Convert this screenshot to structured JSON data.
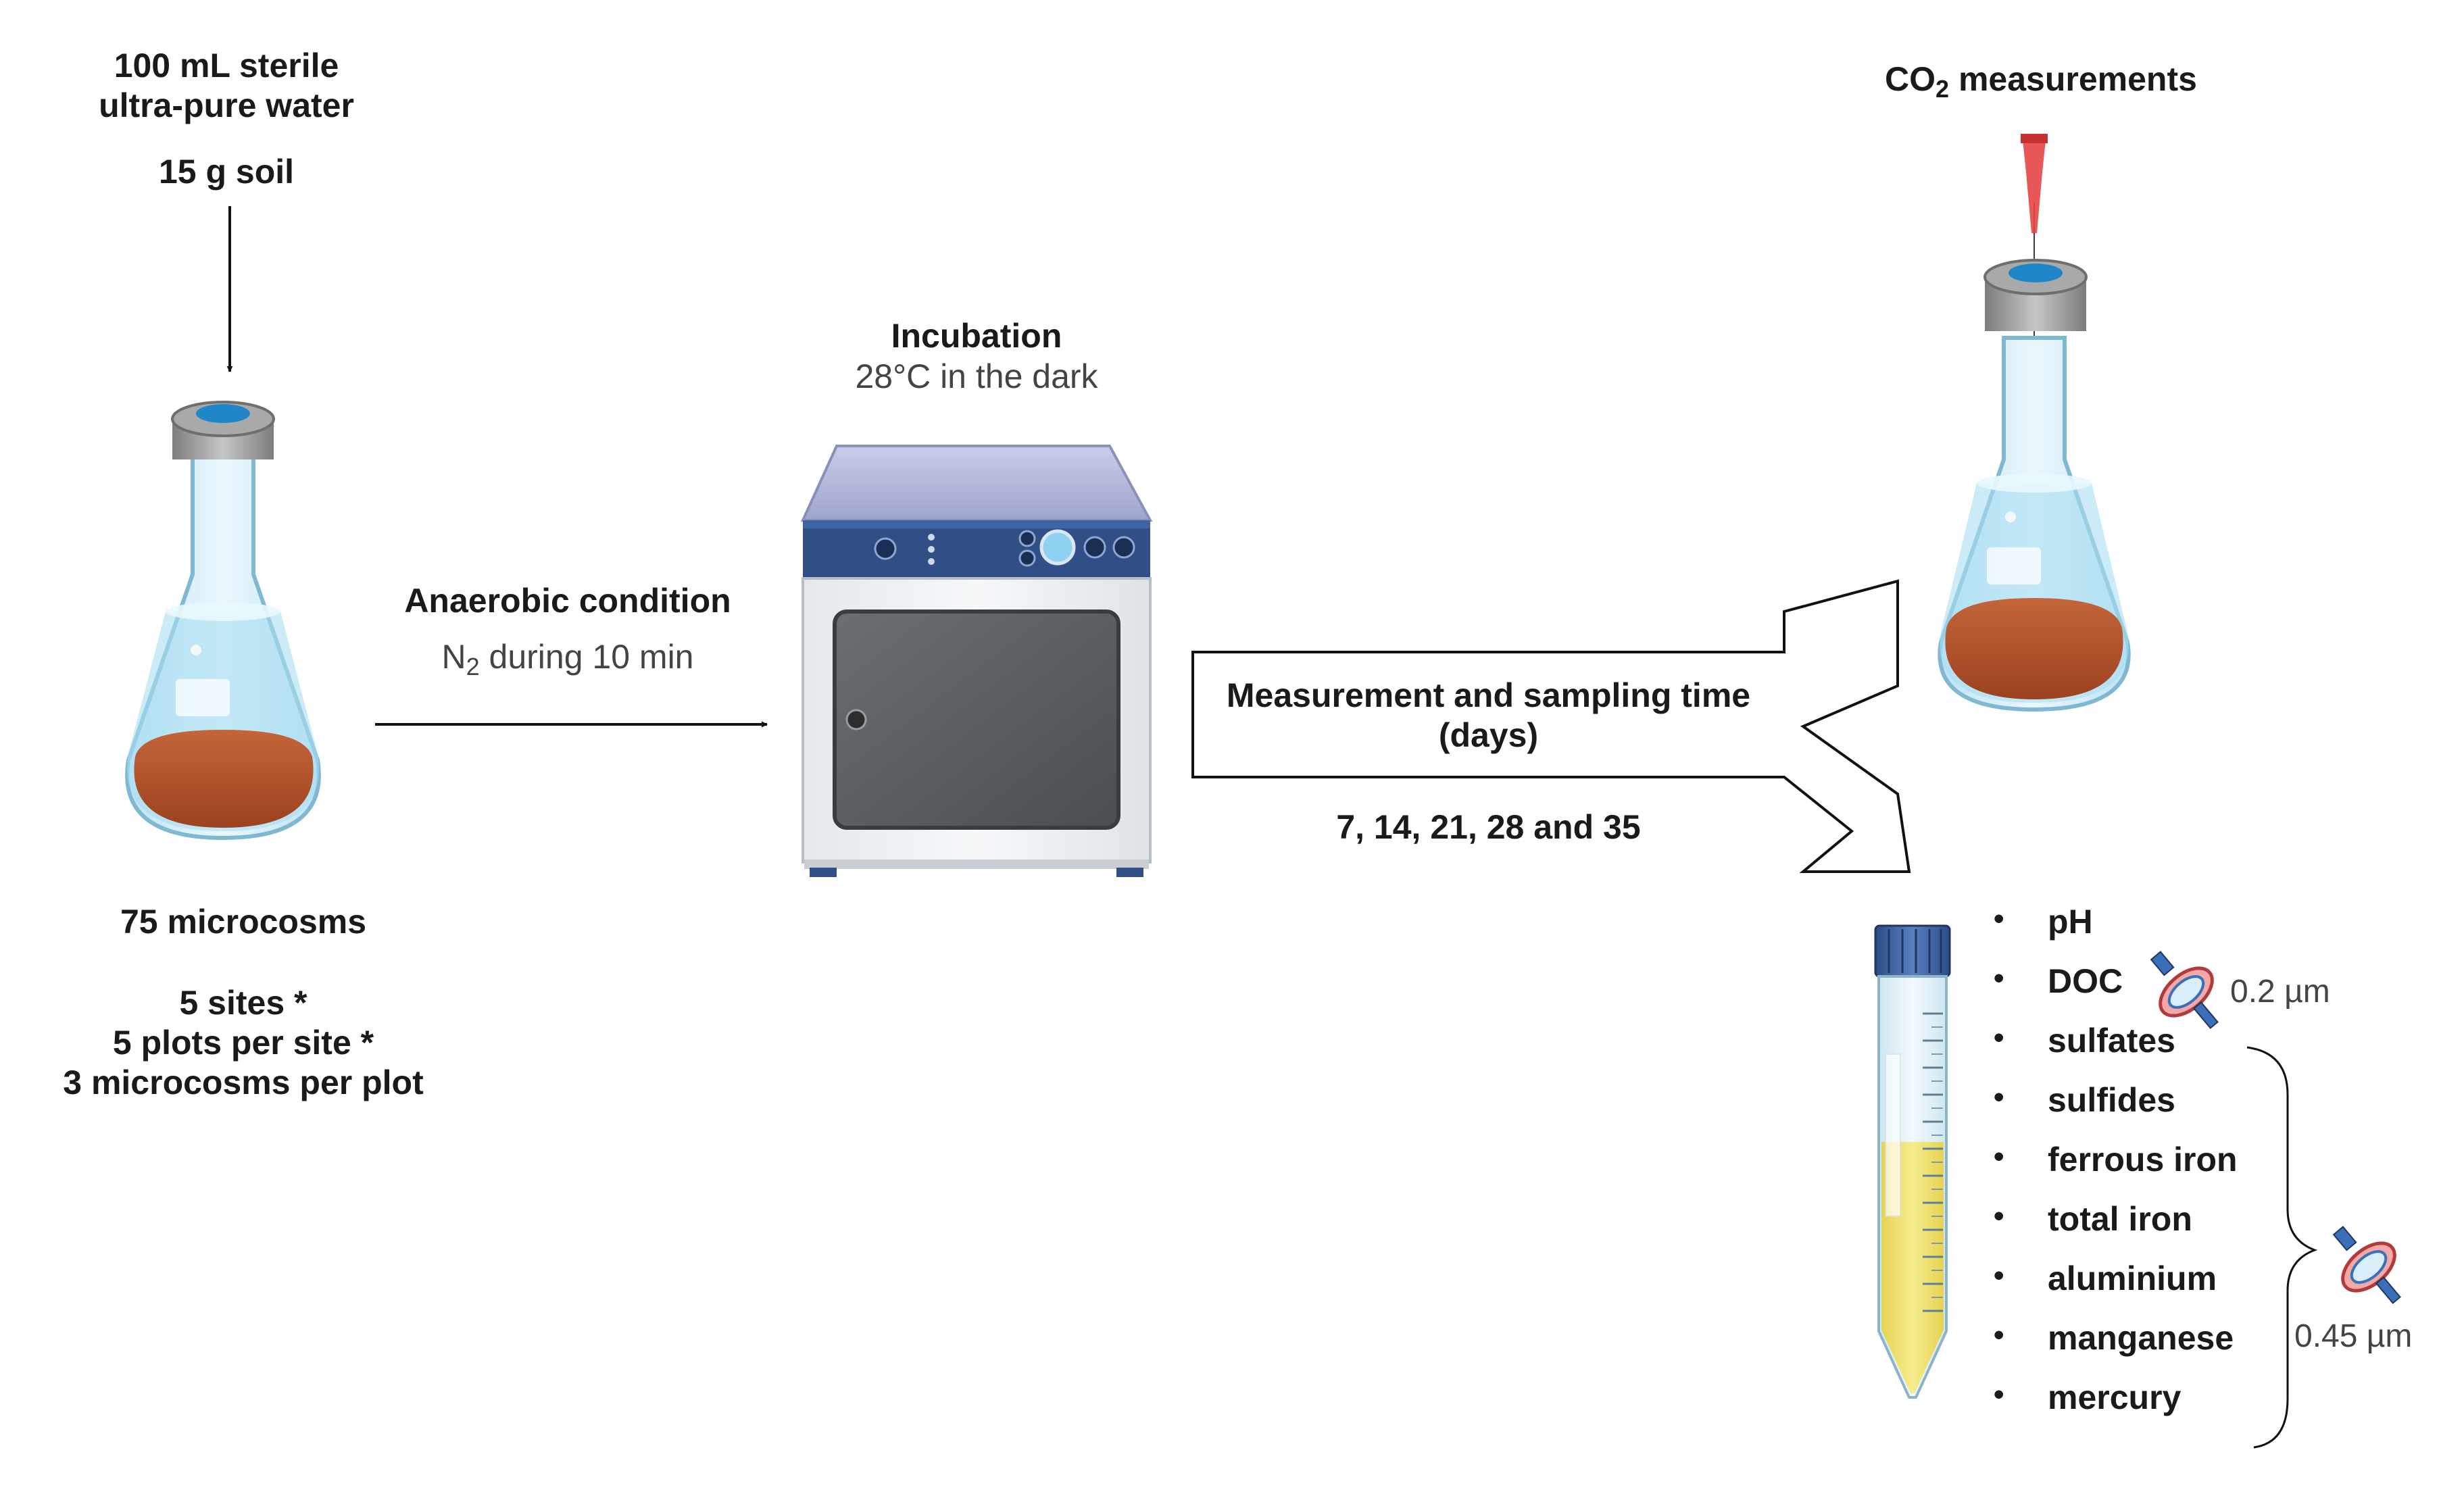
{
  "inputs": {
    "line1": "100 mL sterile",
    "line2": "ultra-pure water",
    "line3": "15 g soil"
  },
  "microcosms": {
    "count": "75 microcosms",
    "design1": "5 sites *",
    "design2": "5 plots per site *",
    "design3": "3 microcosms per plot"
  },
  "anaerobic": {
    "title": "Anaerobic condition",
    "gas_main": "N",
    "gas_sub": "2",
    "gas_rest": " during 10 min"
  },
  "incubation": {
    "title": "Incubation",
    "condition": "28°C in the dark"
  },
  "measurement": {
    "title_line1": "Measurement and sampling time",
    "title_line2": "(days)",
    "days": "7, 14, 21, 28 and 35"
  },
  "co2": {
    "main": "CO",
    "sub": "2",
    "rest": " measurements"
  },
  "analyses": [
    {
      "label": "pH"
    },
    {
      "label": "DOC"
    },
    {
      "label": "sulfates"
    },
    {
      "label": "sulfides"
    },
    {
      "label": "ferrous iron"
    },
    {
      "label": "total iron"
    },
    {
      "label": "aluminium"
    },
    {
      "label": "manganese"
    },
    {
      "label": "mercury"
    }
  ],
  "bullet": "•",
  "filters": {
    "small": "0.2 µm",
    "large": "0.45 µm"
  },
  "colors": {
    "soil": "#b5532b",
    "glass": "#d8eef8",
    "cap": "#9a9a9a",
    "incubator_panel": "#2f4f86",
    "incubator_door": "#5a5d60",
    "liquid_yellow": "#efe16a",
    "pipette": "#e64545"
  }
}
